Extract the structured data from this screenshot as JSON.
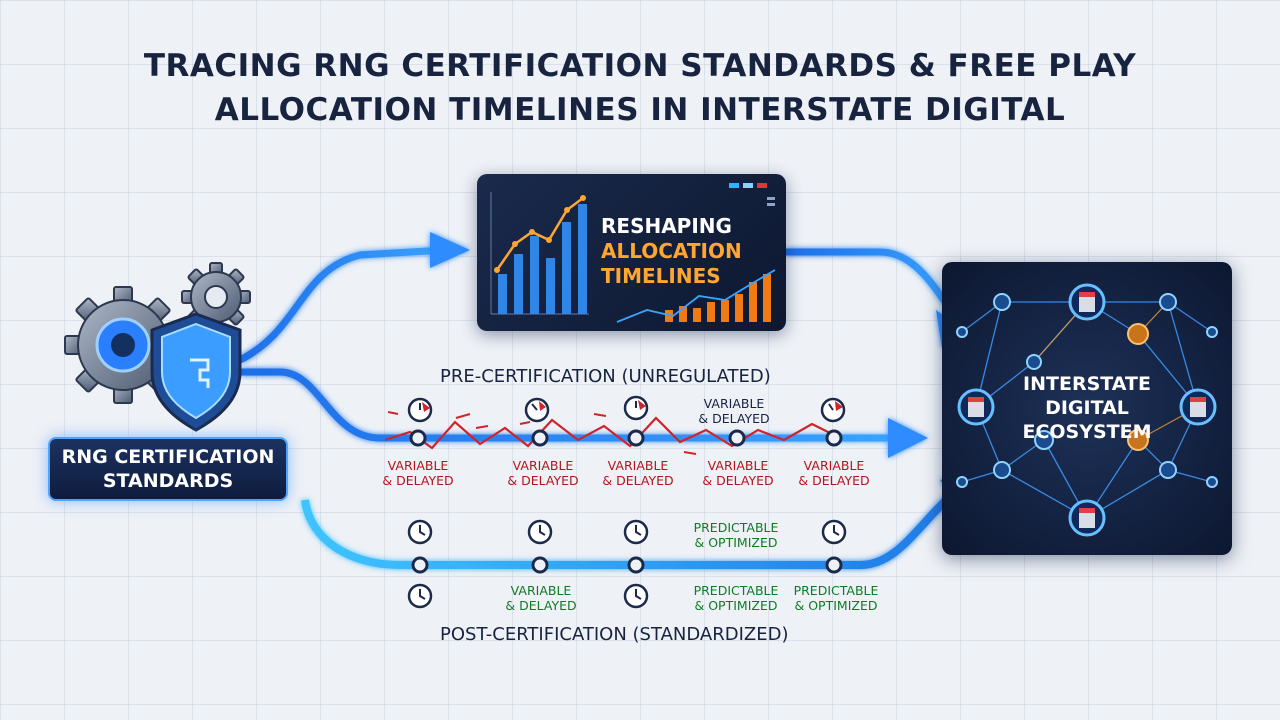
{
  "title": {
    "line1": "TRACING RNG CERTIFICATION STANDARDS & FREE PLAY",
    "line2": "ALLOCATION TIMELINES IN INTERSTATE DIGITAL"
  },
  "source": {
    "line1": "RNG CERTIFICATION",
    "line2": "STANDARDS"
  },
  "chart_card": {
    "line1": "RESHAPING",
    "line2": "ALLOCATION",
    "line3": "TIMELINES"
  },
  "ecosystem": {
    "line1": "INTERSTATE",
    "line2": "DIGITAL",
    "line3": "ECOSYSTEM"
  },
  "pre_certification": {
    "label": "PRE-CERTIFICATION (UNREGULATED)",
    "top_note": [
      "VARIABLE",
      "& DELAYED"
    ],
    "statuses": [
      [
        "VARIABLE",
        "& DELAYED"
      ],
      [
        "VARIABLE",
        "& DELAYED"
      ],
      [
        "VARIABLE",
        "& DELAYED"
      ],
      [
        "VARIABLE",
        "& DELAYED"
      ],
      [
        "VARIABLE",
        "& DELAYED"
      ]
    ]
  },
  "post_certification": {
    "label": "POST-CERTIFICATION (STANDARDIZED)",
    "top_note": [
      "PREDICTABLE",
      "& OPTIMIZED"
    ],
    "statuses": [
      [
        "VARIABLE",
        "& DELAYED"
      ],
      [
        "PREDICTABLE",
        "& OPTIMIZED"
      ],
      [
        "PREDICTABLE",
        "& OPTIMIZED"
      ]
    ]
  },
  "colors": {
    "accent_blue": "#2f8cff",
    "delayed_red": "#b3151c",
    "optimized_green": "#0f7b24",
    "highlight_orange": "#ffa531",
    "navy": "#17233f"
  },
  "icons": {
    "gear": "gear-icon",
    "shield": "shield-icon",
    "clock": "clock-icon",
    "broken_clock": "broken-clock-icon",
    "network": "network-icon"
  }
}
